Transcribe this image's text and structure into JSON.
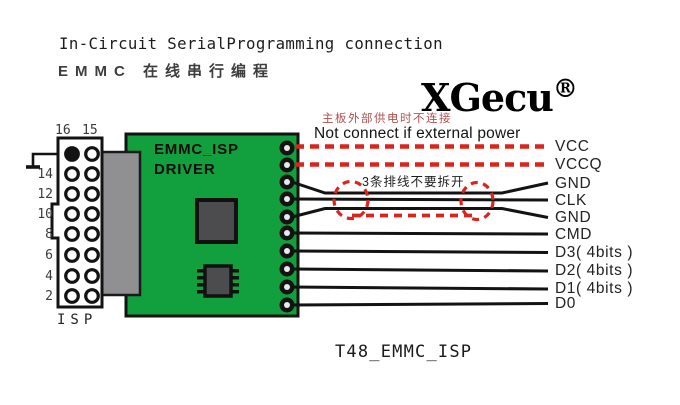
{
  "header": {
    "title": "In-Circuit SerialProgramming connection",
    "subtitle_cn": "EMMC 在线串行编程",
    "brand": "XGecu",
    "brand_mark": "®"
  },
  "notes": {
    "power_cn": "主板外部供电时不连接",
    "power_en": "Not connect if external power",
    "ribbon_cn": "3条排线不要拆开"
  },
  "connector": {
    "pin_top": [
      "16",
      "15"
    ],
    "pin_left": [
      "14",
      "12",
      "10",
      "8",
      "6",
      "4",
      "2"
    ],
    "label": "ISP"
  },
  "board": {
    "name_line1": "EMMC_ISP",
    "name_line2": "DRIVER"
  },
  "signals": [
    "VCC",
    "VCCQ",
    "GND",
    "CLK",
    "GND",
    "CMD",
    "D3( 4bits )",
    "D2( 4bits )",
    "D1( 4bits )",
    "D0"
  ],
  "footer": "T48_EMMC_ISP",
  "colors": {
    "board_green": "#129f3d",
    "accent_red": "#d9251c",
    "note_red": "#b0514e",
    "cable_gray": "#909092",
    "chip_gray": "#4c4c4e",
    "ink": "#131313"
  }
}
